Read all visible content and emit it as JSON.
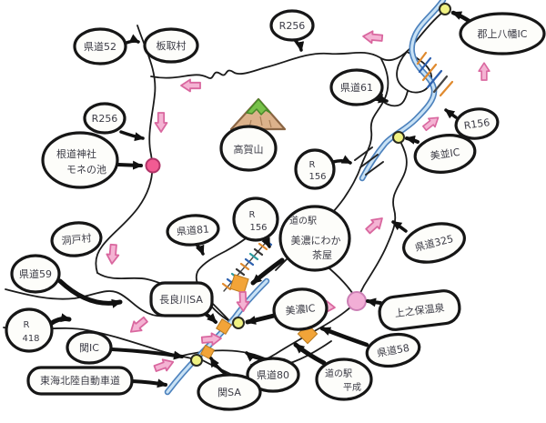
{
  "map": {
    "labels": {
      "kendo52": "県道52",
      "itadorimura": "板取村",
      "r256_top": "R256",
      "gujo_hachiman_ic": "郡上八幡IC",
      "r256_west": "R256",
      "nedo_shrine_line1": "根道神社",
      "nedo_shrine_line2": "モネの池",
      "kendo61": "県道61",
      "r156_east": "R156",
      "minami_ic": "美並IC",
      "kogasan": "高賀山",
      "r156_mid_line1": "R",
      "r156_mid_line2": "156",
      "kendo81": "県道81",
      "michinoeki_niwaka_line1": "道の駅",
      "michinoeki_niwaka_line2": "美濃にわか",
      "michinoeki_niwaka_line3": "茶屋",
      "kendo325": "県道325",
      "horadomura": "洞戸村",
      "kendo59": "県道59",
      "nagaragawa_sa": "長良川SA",
      "r418_line1": "R",
      "r418_line2": "418",
      "r156_center_line1": "R",
      "r156_center_line2": "156",
      "mino_ic": "美濃IC",
      "kaminoho_onsen": "上之保温泉",
      "seki_ic": "関IC",
      "tokai_hokuriku_expwy": "東海北陸自動車道",
      "kendo80": "県道80",
      "seki_sa": "関SA",
      "michinoeki_heisei_line1": "道の駅",
      "michinoeki_heisei_line2": "平成",
      "kendo58": "県道58"
    },
    "icons": {
      "mountain": "⛰",
      "interchange_dot": "●",
      "monet_pond_spot": "●",
      "onsen_spot": "●",
      "roadside_station_marker": "◆",
      "direction_arrow": "⇨"
    },
    "colors": {
      "expressway_blue": "#4d82bd",
      "expressway_fill": "#c9e2f5",
      "ic_dot_yellow": "#f0f283",
      "monet_pond_pink": "#f25b93",
      "onsen_pink": "#f2aed6",
      "marker_orange": "#f2a438",
      "arrow_pink": "#f4b3d3",
      "road_black": "#1b1b1b"
    }
  }
}
